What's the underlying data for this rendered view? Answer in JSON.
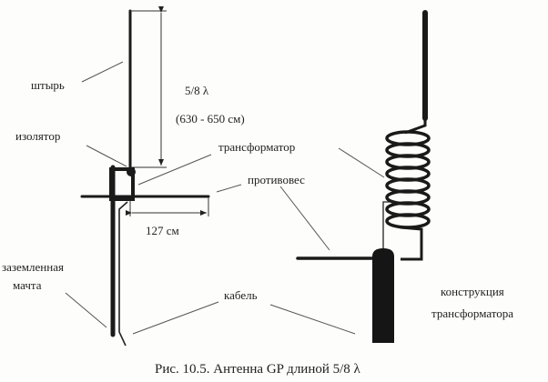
{
  "labels": {
    "whip": "штырь",
    "length": "5/8 λ",
    "length_range": "(630 - 650 см)",
    "insulator": "изолятор",
    "transformer": "трансформатор",
    "counterpoise": "противовес",
    "counterpoise_length": "127 см",
    "mast_line1": "заземленная",
    "mast_line2": "мачта",
    "cable": "кабель",
    "construction_line1": "конструкция",
    "construction_line2": "трансформатора"
  },
  "caption": "Рис. 10.5. Антенна GP длиной 5/8 λ"
}
